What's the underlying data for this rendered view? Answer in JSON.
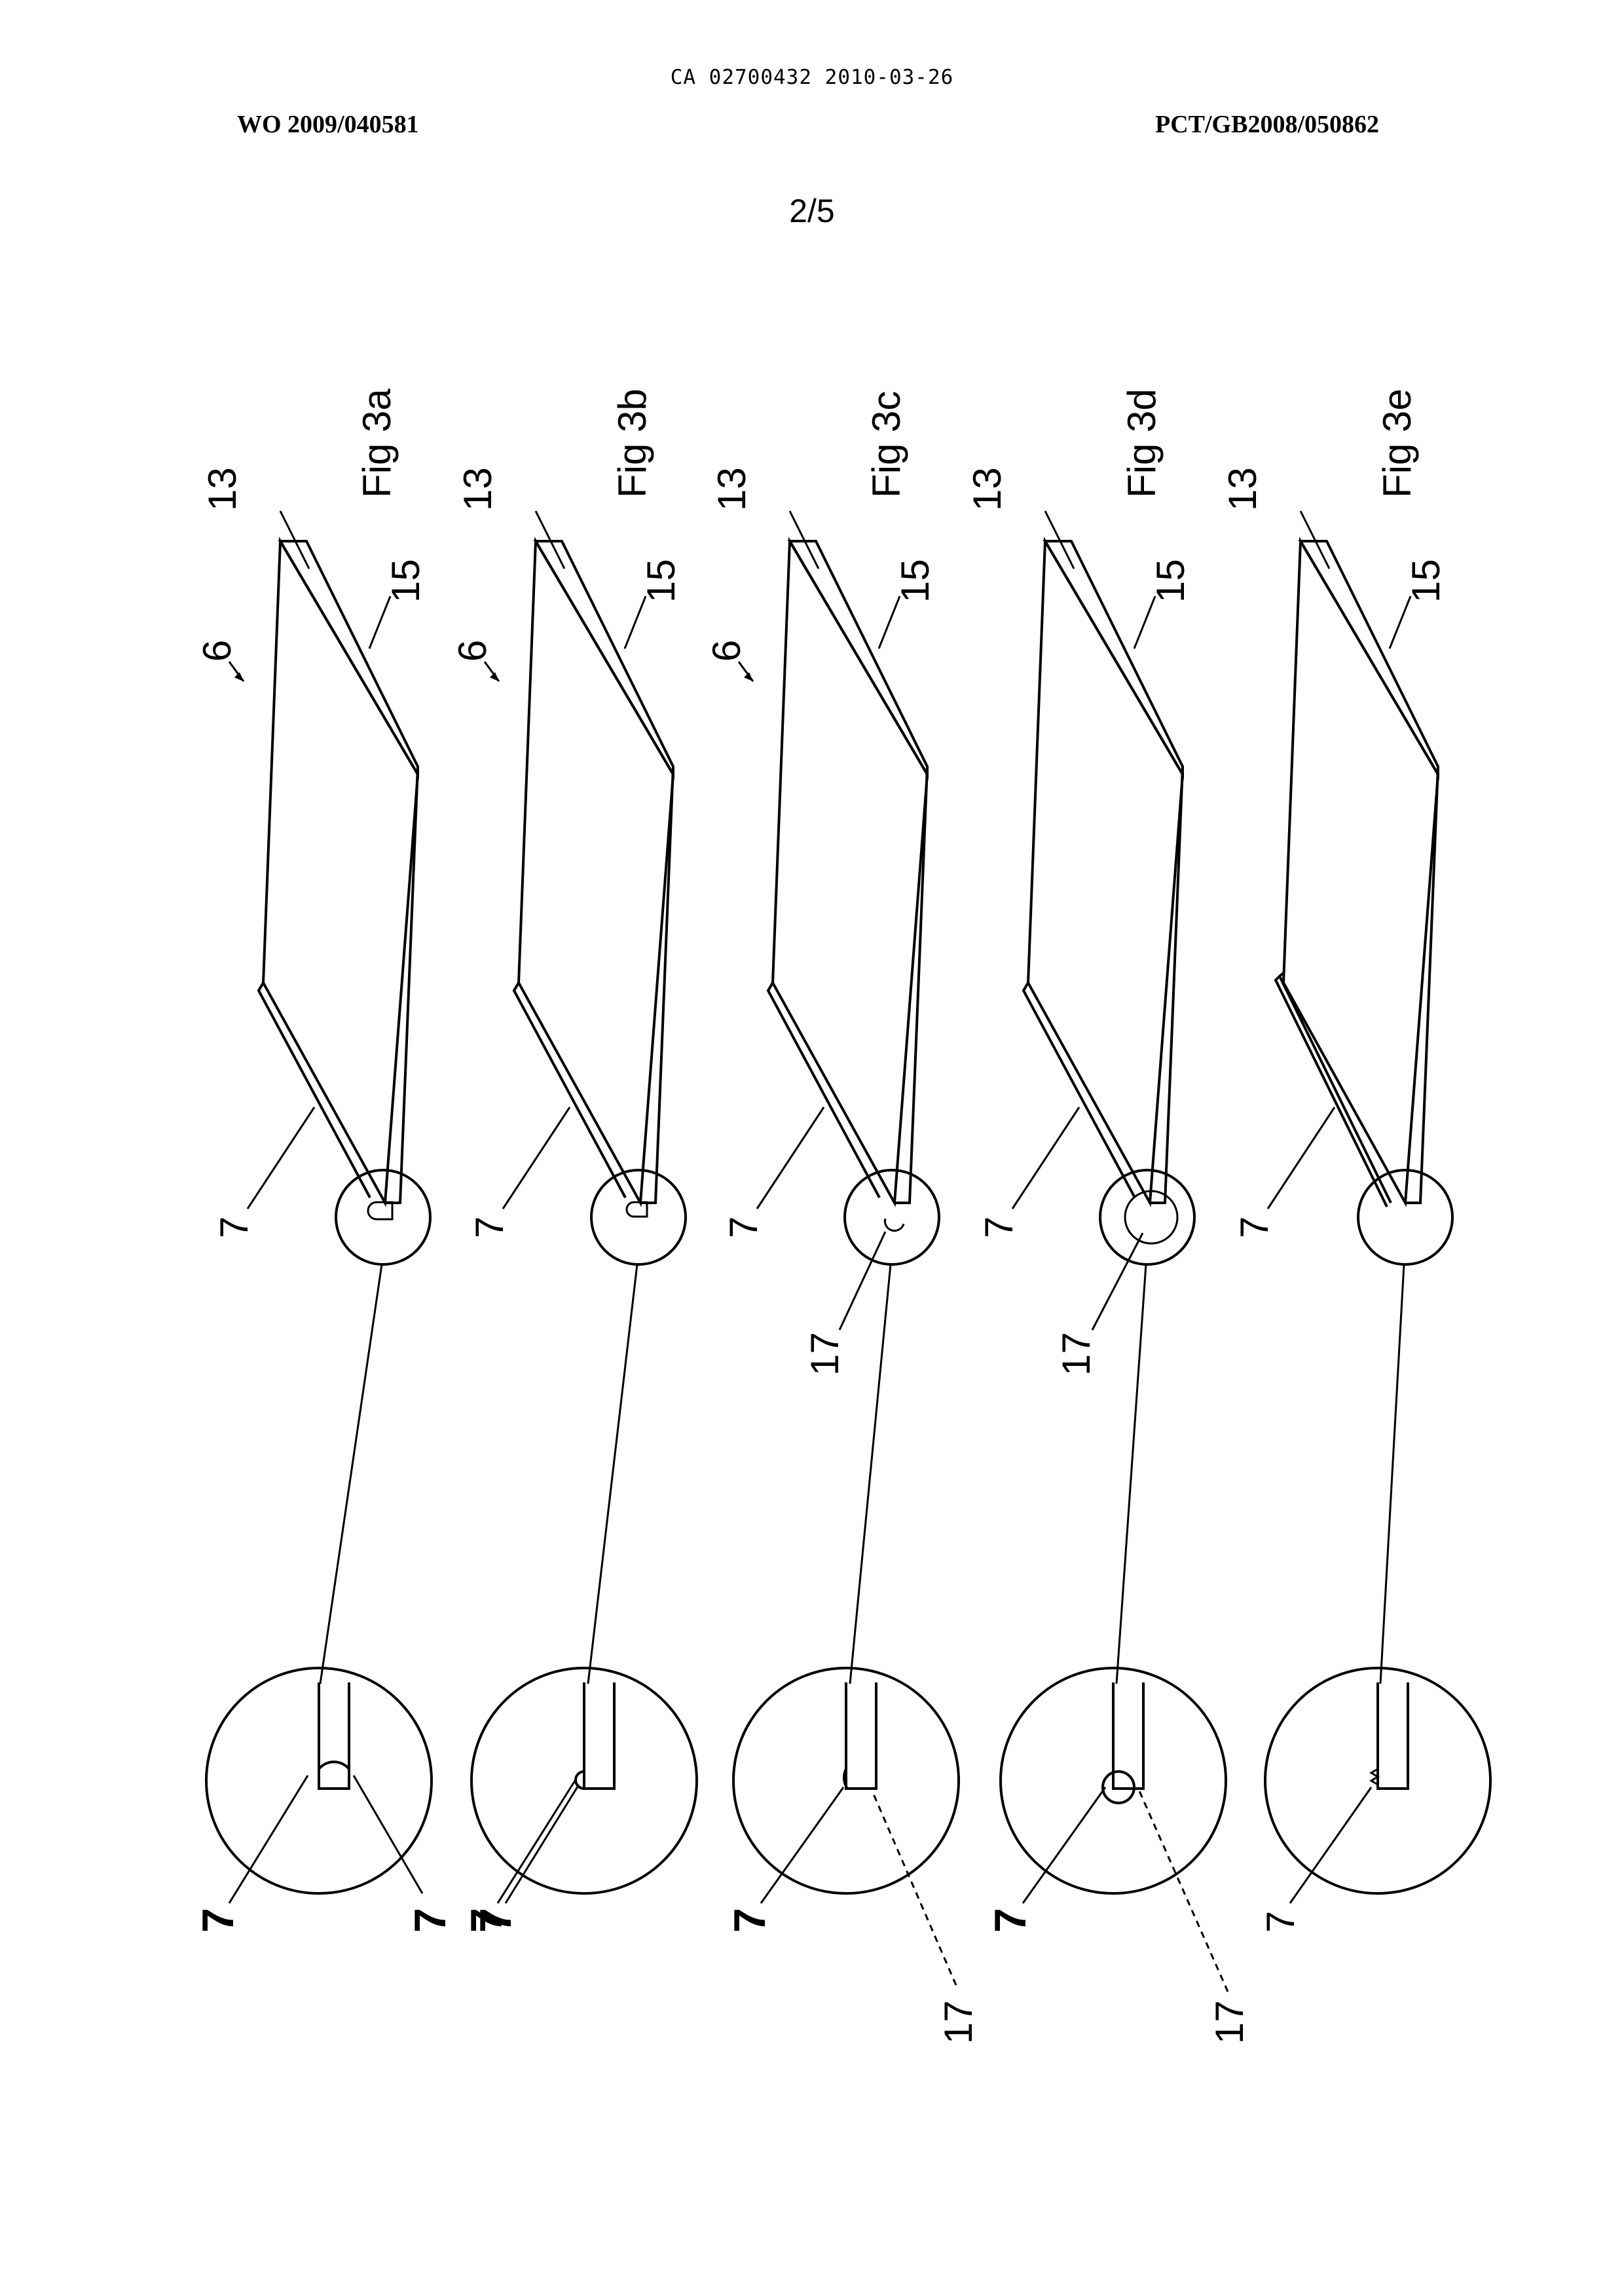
{
  "header": {
    "ca_line": "CA 02700432 2010-03-26",
    "wo_number": "WO 2009/040581",
    "pct_number": "PCT/GB2008/050862",
    "page_number": "2/5"
  },
  "figures": [
    {
      "title": "Fig 3a",
      "label_13": "13",
      "label_15": "15",
      "label_6": "6",
      "label_7": "7",
      "detail_label_a": "7",
      "detail_label_b": "7"
    },
    {
      "title": "Fig 3b",
      "label_13": "13",
      "label_15": "15",
      "label_6": "6",
      "label_7": "7",
      "detail_label_a": "7",
      "detail_label_b": "7"
    },
    {
      "title": "Fig 3c",
      "label_13": "13",
      "label_15": "15",
      "label_6": "6",
      "label_7": "7",
      "label_17": "17",
      "detail_label_a": "7",
      "detail_label_17": "17"
    },
    {
      "title": "Fig 3d",
      "label_13": "13",
      "label_15": "15",
      "label_7": "7",
      "label_17": "17",
      "detail_label_a": "7",
      "detail_label_17": "17"
    },
    {
      "title": "Fig 3e",
      "label_13": "13",
      "label_15": "15",
      "label_7": "7",
      "detail_label_a": "7"
    }
  ]
}
